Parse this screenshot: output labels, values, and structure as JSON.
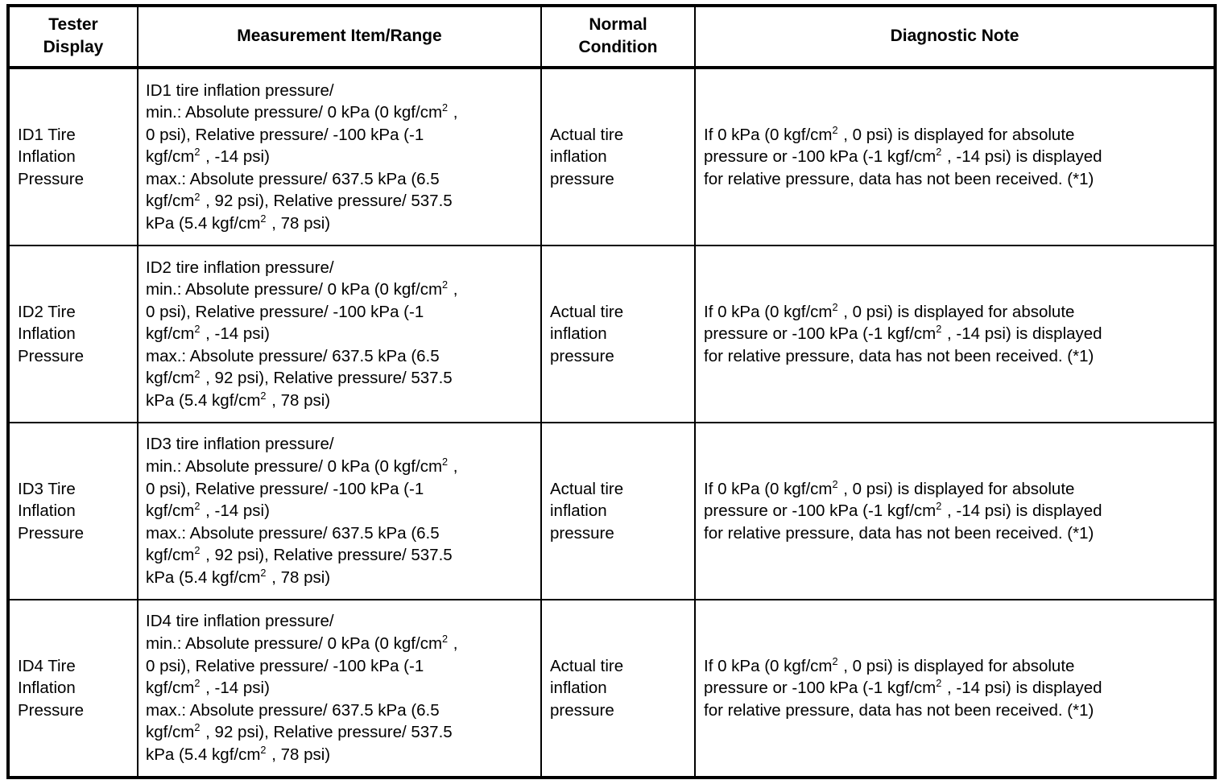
{
  "table": {
    "headers": [
      {
        "id": "tester-display",
        "label": "Tester\nDisplay"
      },
      {
        "id": "measurement-item-range",
        "label": "Measurement Item/Range"
      },
      {
        "id": "normal-condition",
        "label": "Normal\nCondition"
      },
      {
        "id": "diagnostic-note",
        "label": "Diagnostic Note"
      }
    ],
    "rows": [
      {
        "tester_display": "ID1 Tire\nInflation\nPressure",
        "measurement_lines": [
          "ID1 tire inflation pressure/",
          "min.: Absolute pressure/ 0 kPa (0 kgf/cm² ,",
          "0 psi), Relative pressure/ -100 kPa (-1",
          "kgf/cm² , -14 psi)",
          "max.: Absolute pressure/ 637.5 kPa (6.5",
          "kgf/cm² , 92 psi), Relative pressure/ 537.5",
          "kPa (5.4 kgf/cm² , 78 psi)"
        ],
        "normal_condition": "Actual tire\ninflation\npressure",
        "diagnostic_note": "If 0 kPa (0 kgf/cm² , 0 psi) is displayed for absolute\npressure or -100 kPa (-1 kgf/cm² , -14 psi) is displayed\nfor relative pressure, data has not been received. (*1)"
      },
      {
        "tester_display": "ID2 Tire\nInflation\nPressure",
        "measurement_lines": [
          "ID2 tire inflation pressure/",
          "min.: Absolute pressure/ 0 kPa (0 kgf/cm² ,",
          "0 psi), Relative pressure/ -100 kPa (-1",
          "kgf/cm² , -14 psi)",
          "max.: Absolute pressure/ 637.5 kPa (6.5",
          "kgf/cm² , 92 psi), Relative pressure/ 537.5",
          "kPa (5.4 kgf/cm² , 78 psi)"
        ],
        "normal_condition": "Actual tire\ninflation\npressure",
        "diagnostic_note": "If 0 kPa (0 kgf/cm² , 0 psi) is displayed for absolute\npressure or -100 kPa (-1 kgf/cm² , -14 psi) is displayed\nfor relative pressure, data has not been received. (*1)"
      },
      {
        "tester_display": "ID3 Tire\nInflation\nPressure",
        "measurement_lines": [
          "ID3 tire inflation pressure/",
          "min.: Absolute pressure/ 0 kPa (0 kgf/cm² ,",
          "0 psi), Relative pressure/ -100 kPa (-1",
          "kgf/cm² , -14 psi)",
          "max.: Absolute pressure/ 637.5 kPa (6.5",
          "kgf/cm² , 92 psi), Relative pressure/ 537.5",
          "kPa (5.4 kgf/cm² , 78 psi)"
        ],
        "normal_condition": "Actual tire\ninflation\npressure",
        "diagnostic_note": "If 0 kPa (0 kgf/cm² , 0 psi) is displayed for absolute\npressure or -100 kPa (-1 kgf/cm² , -14 psi) is displayed\nfor relative pressure, data has not been received. (*1)"
      },
      {
        "tester_display": "ID4 Tire\nInflation\nPressure",
        "measurement_lines": [
          "ID4 tire inflation pressure/",
          "min.: Absolute pressure/ 0 kPa (0 kgf/cm² ,",
          "0 psi), Relative pressure/ -100 kPa (-1",
          "kgf/cm² , -14 psi)",
          "max.: Absolute pressure/ 637.5 kPa (6.5",
          "kgf/cm² , 92 psi), Relative pressure/ 537.5",
          "kPa (5.4 kgf/cm² , 78 psi)"
        ],
        "normal_condition": "Actual tire\ninflation\npressure",
        "diagnostic_note": "If 0 kPa (0 kgf/cm² , 0 psi) is displayed for absolute\npressure or -100 kPa (-1 kgf/cm² , -14 psi) is displayed\nfor relative pressure, data has not been received. (*1)"
      }
    ]
  }
}
